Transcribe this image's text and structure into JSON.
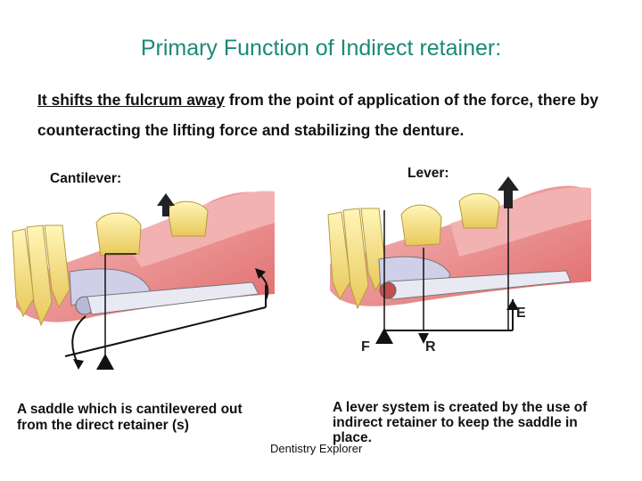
{
  "slide": {
    "title": "Primary Function of Indirect retainer:",
    "statement_underlined": "It shifts the fulcrum away",
    "statement_rest": " from the point of application of the force, there by counteracting the lifting force and stabilizing the denture.",
    "left_label": "Cantilever:",
    "right_label": "Lever:",
    "left_caption": "A saddle which is cantilevered out from the direct retainer (s)",
    "right_caption": "A lever system is created by the use of indirect retainer to keep the saddle in place.",
    "credit": "Dentistry Explorer"
  },
  "diagram_labels": {
    "e": "E",
    "f": "F",
    "r": "R"
  },
  "colors": {
    "title": "#1a8a73",
    "gum": "#e88a8a",
    "tooth": "#f2e27a",
    "saddle": "#cfd0e8"
  }
}
